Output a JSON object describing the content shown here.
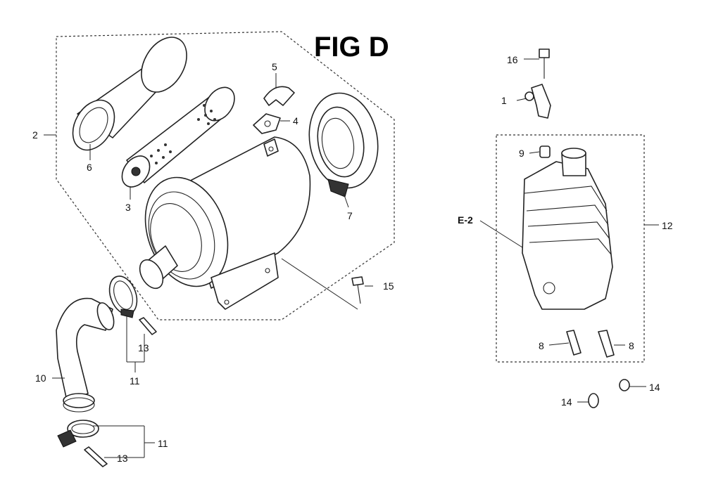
{
  "title": "FIG D",
  "callouts": {
    "c1": "1",
    "c2": "2",
    "c3": "3",
    "c4": "4",
    "c5": "5",
    "c6": "6",
    "c7": "7",
    "c8a": "8",
    "c8b": "8",
    "c9": "9",
    "c10": "10",
    "c11a": "11",
    "c11b": "11",
    "c12": "12",
    "c13a": "13",
    "c13b": "13",
    "c14a": "14",
    "c14b": "14",
    "c15": "15",
    "c16": "16",
    "ref": "E-2"
  },
  "colors": {
    "line": "#222222",
    "background": "#ffffff"
  }
}
